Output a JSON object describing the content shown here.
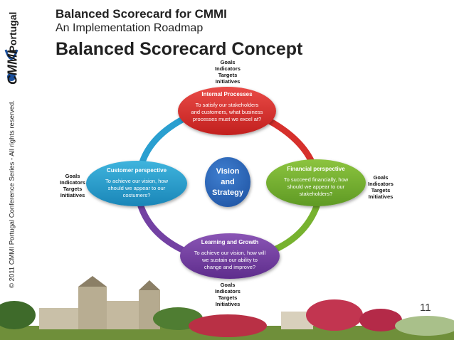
{
  "header": {
    "title": "Balanced Scorecard for CMMI",
    "subtitle": "An Implementation Roadmap",
    "heading": "Balanced Scorecard Concept"
  },
  "side": {
    "logo_cmmi": "CMMI",
    "logo_portugal": "Portugal",
    "copyright": "© 2011 CMMI Portugal Conference Series - All rights reserved."
  },
  "goals_block": [
    "Goals",
    "Indicators",
    "Targets",
    "Initiatives"
  ],
  "perspectives": {
    "internal": {
      "title": "Internal Processes",
      "text": "To satisfy our stakeholders and customers, what business processes must we excel at?"
    },
    "customer": {
      "title": "Customer perspective",
      "text": "To achieve our vision, how should we appear to our costumers?"
    },
    "financial": {
      "title": "Financial perspective",
      "text": "To succeed financially, how should we appear to our stakeholders?"
    },
    "learning": {
      "title": "Learning and Growth",
      "text": "To achieve our vision, how will we sustain our ability to change and improve?"
    }
  },
  "center": {
    "line1": "Vision",
    "line2": "and",
    "line3": "Strategy"
  },
  "page_number": "11",
  "colors": {
    "internal": "#d6302c",
    "customer": "#2a9fd0",
    "financial": "#77b22f",
    "learning": "#7341a3",
    "vision": "#2a62b5"
  }
}
